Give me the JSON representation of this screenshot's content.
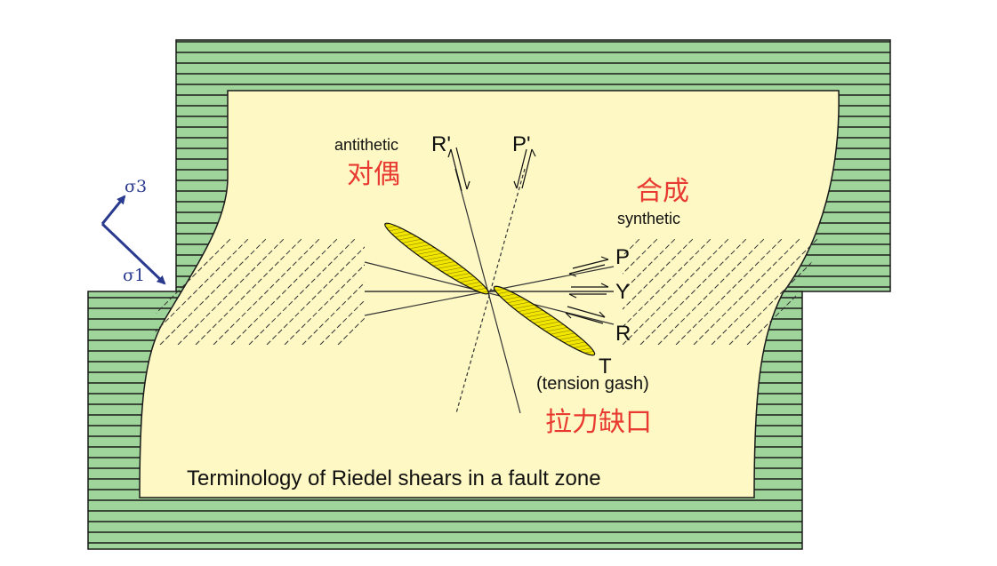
{
  "caption": "Terminology of Riedel shears in a fault zone",
  "labels": {
    "r_prime": "R'",
    "p_prime": "P'",
    "antithetic": "antithetic",
    "synthetic": "synthetic",
    "p": "P",
    "y": "Y",
    "r": "R",
    "t": "T",
    "tension_gash": "(tension gash)"
  },
  "chinese_labels": {
    "antithetic_cn": "对偶",
    "synthetic_cn": "合成",
    "tension_gash_cn": "拉力缺口"
  },
  "stress_axes": {
    "sigma3": "σ3",
    "sigma1": "σ1"
  },
  "colors": {
    "green_block": "#9fd49b",
    "fault_zone": "#fdf8c4",
    "gash_fill": "#f2e600",
    "annotation_red": "#e83a30",
    "sigma_blue": "#2a3a8f"
  }
}
